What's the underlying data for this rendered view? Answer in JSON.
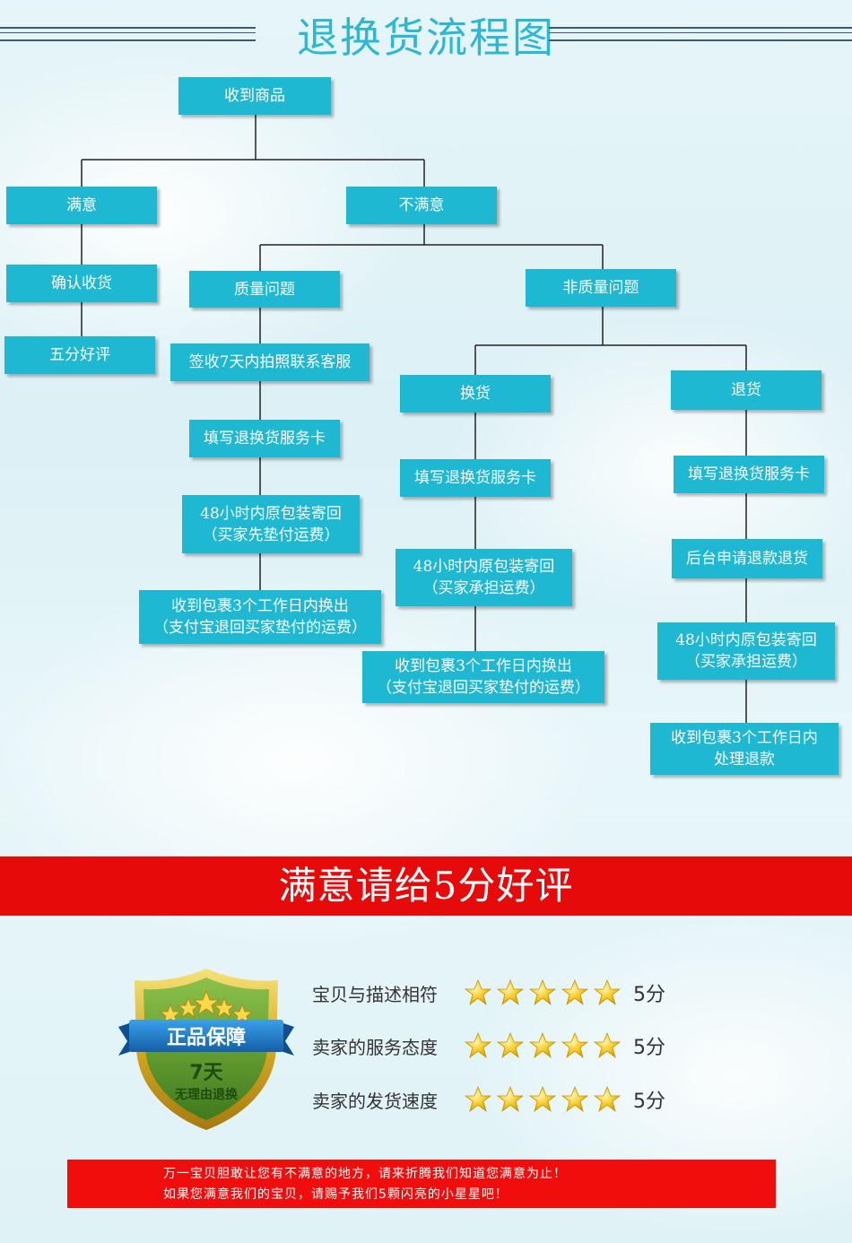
{
  "title": "退换货流程图",
  "flow": {
    "receive": "收到商品",
    "satisfied": "满意",
    "confirm": "确认收货",
    "five_star": "五分好评",
    "unsatisfied": "不满意",
    "quality": "质量问题",
    "q_step1": "签收7天内拍照联系客服",
    "q_step2": "填写退换货服务卡",
    "q_step3_line1": "48小时内原包装寄回",
    "q_step3_line2": "（买家先垫付运费）",
    "q_step4_line1": "收到包裹3个工作日内换出",
    "q_step4_line2": "（支付宝退回买家垫付的运费）",
    "non_quality": "非质量问题",
    "exchange": "换货",
    "e_step1": "填写退换货服务卡",
    "e_step2_line1": "48小时内原包装寄回",
    "e_step2_line2": "（买家承担运费）",
    "e_step3_line1": "收到包裹3个工作日内换出",
    "e_step3_line2": "（支付宝退回买家垫付的运费）",
    "refund": "退货",
    "r_step1": "填写退换货服务卡",
    "r_step2": "后台申请退款退货",
    "r_step3_line1": "48小时内原包装寄回",
    "r_step3_line2": "（买家承担运费）",
    "r_step4_line1": "收到包裹3个工作日内",
    "r_step4_line2": "处理退款"
  },
  "banner": "满意请给5分好评",
  "badge": {
    "ribbon": "正品保障",
    "days": "7天",
    "text": "无理由退换",
    "colors": {
      "shield": "#5a9a2c",
      "ribbon": "#1e78c8",
      "gold": "#d4a820"
    }
  },
  "ratings": [
    {
      "label": "宝贝与描述相符",
      "stars": 5,
      "score": "5分"
    },
    {
      "label": "卖家的服务态度",
      "stars": 5,
      "score": "5分"
    },
    {
      "label": "卖家的发货速度",
      "stars": 5,
      "score": "5分"
    }
  ],
  "note": {
    "line1": "万一宝贝胆敢让您有不满意的地方，请来折腾我们知道您满意为止！",
    "line2": "如果您满意我们的宝贝，请赐予我们5颗闪亮的小星星吧！"
  },
  "colors": {
    "box": "#1fb8d3",
    "title": "#2cb7d4",
    "red": "#e60a0a",
    "star": "#f5c518"
  }
}
